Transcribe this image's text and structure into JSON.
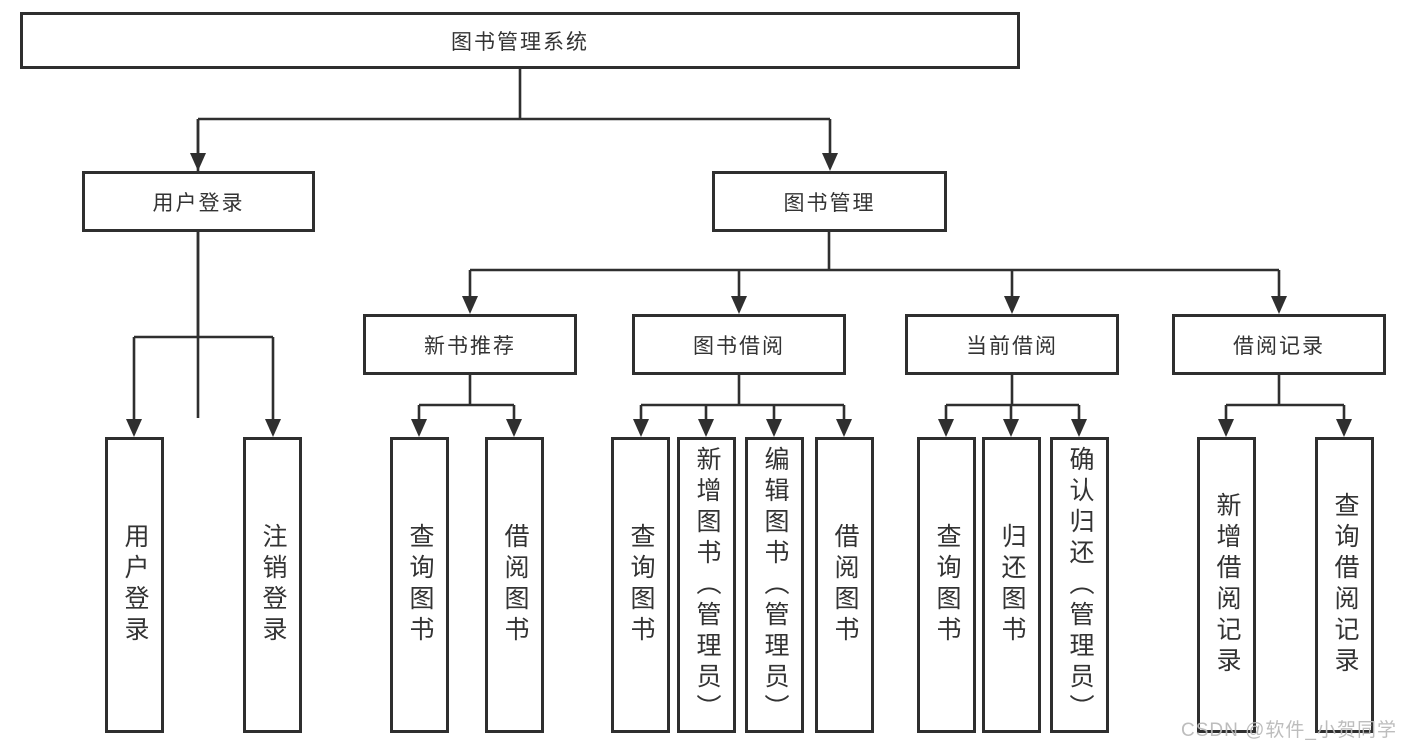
{
  "diagram": {
    "type": "hierarchy-tree",
    "tree": {
      "label": "图书管理系统",
      "children": [
        {
          "label": "用户登录",
          "children": [
            {
              "label": "用户登录"
            },
            {
              "label": "注销登录"
            }
          ]
        },
        {
          "label": "图书管理",
          "children": [
            {
              "label": "新书推荐",
              "children": [
                {
                  "label": "查询图书"
                },
                {
                  "label": "借阅图书"
                }
              ]
            },
            {
              "label": "图书借阅",
              "children": [
                {
                  "label": "查询图书"
                },
                {
                  "label": "新增图书（管理员）"
                },
                {
                  "label": "编辑图书（管理员）"
                },
                {
                  "label": "借阅图书"
                }
              ]
            },
            {
              "label": "当前借阅",
              "children": [
                {
                  "label": "查询图书"
                },
                {
                  "label": "归还图书"
                },
                {
                  "label": "确认归还（管理员）"
                }
              ]
            },
            {
              "label": "借阅记录",
              "children": [
                {
                  "label": "新增借阅记录"
                },
                {
                  "label": "查询借阅记录"
                }
              ]
            }
          ]
        }
      ]
    },
    "colors": {
      "line": "#2f2f2f",
      "box_border": "#2f2f2f",
      "text": "#333333",
      "background": "#ffffff",
      "watermark": "#b9b9b9"
    }
  },
  "watermark": "CSDN @软件_小贺同学"
}
